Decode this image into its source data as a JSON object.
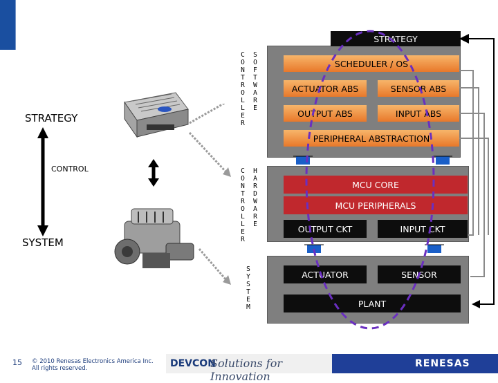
{
  "left": {
    "strategy_label": "STRATEGY",
    "control_label": "CONTROL",
    "system_label": "SYSTEM"
  },
  "vertical_labels": {
    "controller_1": "CONTROLLER",
    "software": "SOFTWARE",
    "controller_2": "CONTROLLER",
    "hardware": "HARDWARE",
    "system": "SYSTEM"
  },
  "software_panel": {
    "strategy": "STRATEGY",
    "scheduler": "SCHEDULER / OS",
    "actuator_abs": "ACTUATOR ABS",
    "sensor_abs": "SENSOR ABS",
    "output_abs": "OUTPUT ABS",
    "input_abs": "INPUT ABS",
    "peripheral_abstraction": "PERIPHERAL ABSTRACTION"
  },
  "hardware_panel": {
    "mcu_core": "MCU CORE",
    "mcu_peripherals": "MCU PERIPHERALS",
    "output_ckt": "OUTPUT CKT",
    "input_ckt": "INPUT CKT"
  },
  "system_panel": {
    "actuator": "ACTUATOR",
    "sensor": "SENSOR",
    "plant": "PLANT"
  },
  "footer": {
    "slide_number": "15",
    "copyright_line1": "© 2010 Renesas Electronics America Inc.",
    "copyright_line2": "All rights reserved.",
    "devcon": "DEVCON",
    "tagline": "Solutions for Innovation",
    "brand": "RENESAS"
  },
  "colors": {
    "panel_gray": "#7f7f7f",
    "orange": "#f0903a",
    "red": "#c0282d",
    "black_box": "#0d0d0d",
    "dashed_loop": "#6a2fc0",
    "connector_blue": "#1a5fc8",
    "brand_blue": "#1f3f98"
  }
}
